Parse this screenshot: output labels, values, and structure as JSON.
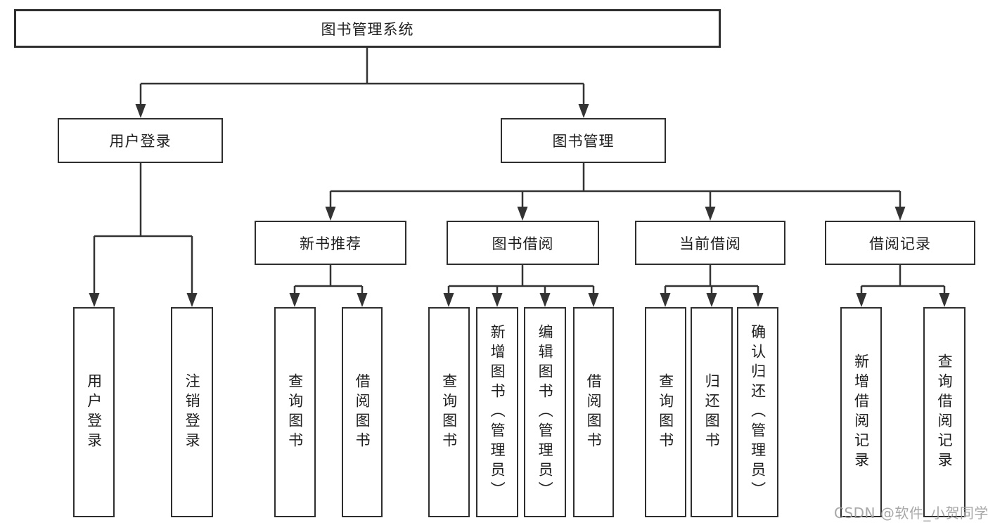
{
  "diagram": {
    "root": {
      "label": "图书管理系统"
    },
    "branches": [
      {
        "label": "用户登录",
        "leaves": [
          {
            "label": "用户登录"
          },
          {
            "label": "注销登录"
          }
        ]
      },
      {
        "label": "图书管理",
        "groups": [
          {
            "label": "新书推荐",
            "leaves": [
              {
                "label": "查询图书"
              },
              {
                "label": "借阅图书"
              }
            ]
          },
          {
            "label": "图书借阅",
            "leaves": [
              {
                "label": "查询图书"
              },
              {
                "label": "新增图书（管理员）"
              },
              {
                "label": "编辑图书（管理员）"
              },
              {
                "label": "借阅图书"
              }
            ]
          },
          {
            "label": "当前借阅",
            "leaves": [
              {
                "label": "查询图书"
              },
              {
                "label": "归还图书"
              },
              {
                "label": "确认归还（管理员）"
              }
            ]
          },
          {
            "label": "借阅记录",
            "leaves": [
              {
                "label": "新增借阅记录"
              },
              {
                "label": "查询借阅记录"
              }
            ]
          }
        ]
      }
    ]
  },
  "watermark": {
    "text": "CSDN @软件_小贺同学"
  },
  "colors": {
    "line": "#333333",
    "border": "#2e2e2e",
    "text": "#1f1f1f",
    "background": "#ffffff",
    "watermark": "#a0a0a0"
  }
}
